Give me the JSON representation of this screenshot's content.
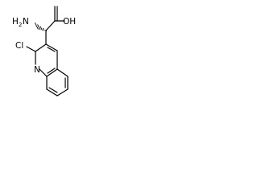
{
  "molecule": {
    "labels": {
      "amine_h": "H",
      "amine_n": "N",
      "amine_sub": "2",
      "acid": "OH",
      "chloro": "Cl",
      "ring_n": "N"
    },
    "colors": {
      "bond": "#000000",
      "text": "#000000",
      "background": "#ffffff"
    }
  }
}
